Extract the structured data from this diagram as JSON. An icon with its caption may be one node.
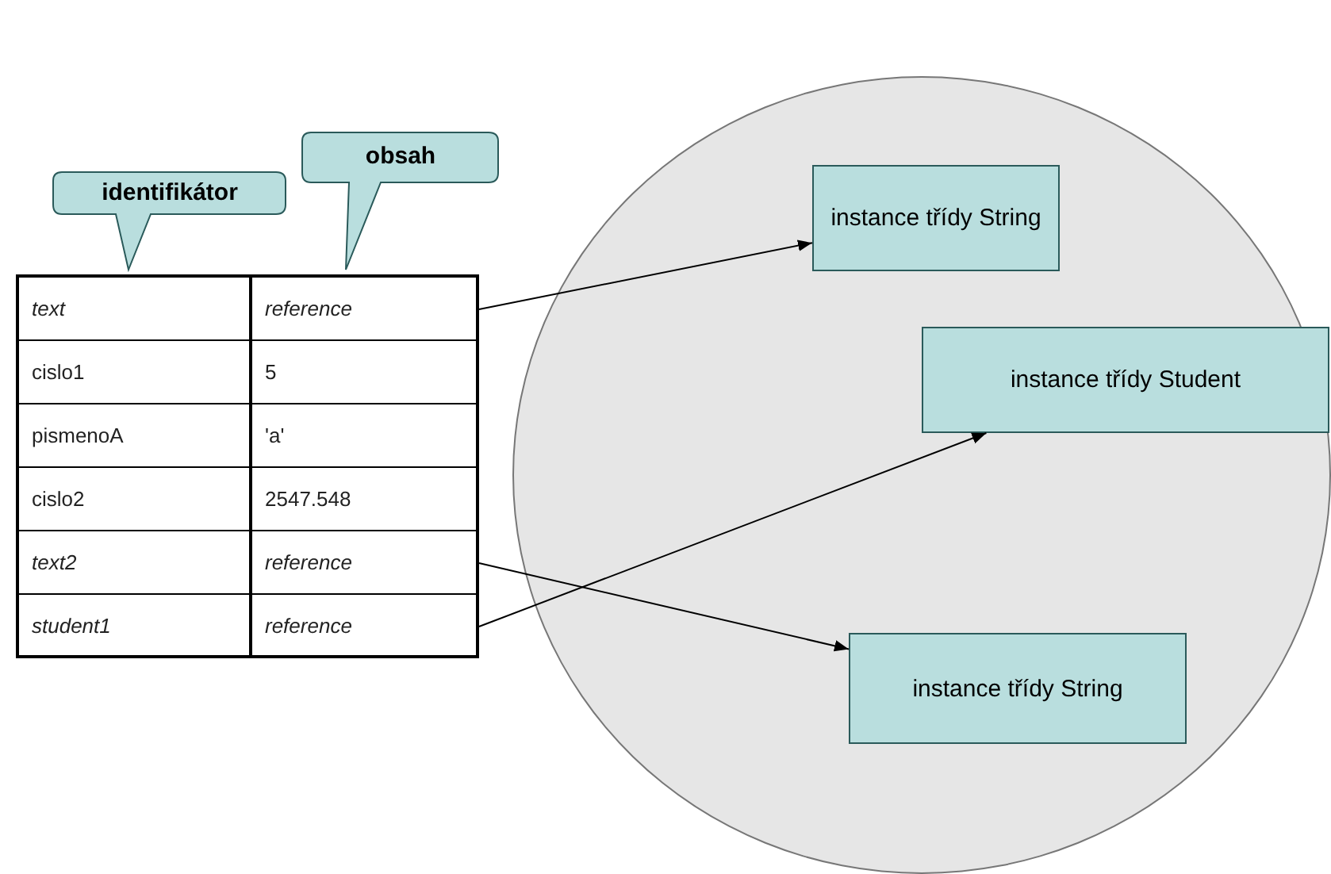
{
  "diagram": {
    "nodes": [
      {
        "text": [
          "obsah"
        ]
      },
      {
        "text": [
          "identifikátor"
        ]
      },
      {
        "text": [],
        "shape": "box"
      },
      {
        "text": [
          "text"
        ],
        "in": 2
      },
      {
        "text": [
          "reference"
        ],
        "in": 2
      },
      {
        "text": [
          "cislo1"
        ],
        "in": 2
      },
      {
        "text": [
          "5"
        ],
        "in": 2
      },
      {
        "text": [
          "pismenoA"
        ],
        "in": 2
      },
      {
        "text": [
          "'a'"
        ],
        "in": 2
      },
      {
        "text": [
          "cislo2"
        ],
        "in": 2
      },
      {
        "text": [
          "2547.548"
        ],
        "in": 2
      },
      {
        "text": [
          "text2"
        ],
        "in": 2
      },
      {
        "text": [
          "reference"
        ],
        "in": 2
      },
      {
        "text": [
          "student1"
        ],
        "in": 2
      },
      {
        "text": [
          "reference"
        ],
        "in": 2
      },
      {
        "text": [],
        "shape": "circle"
      },
      {
        "text": [
          "instance třídy String"
        ],
        "in": 15
      },
      {
        "text": [
          "instance třídy Student"
        ],
        "in": 15
      },
      {
        "text": [
          "instance třídy String"
        ],
        "in": 15
      }
    ],
    "edges": [
      {
        "from": 4,
        "to": 16,
        "arrow": "to"
      },
      {
        "from": 12,
        "to": 18,
        "arrow": "to"
      },
      {
        "from": 14,
        "to": 17,
        "arrow": "to"
      }
    ]
  }
}
